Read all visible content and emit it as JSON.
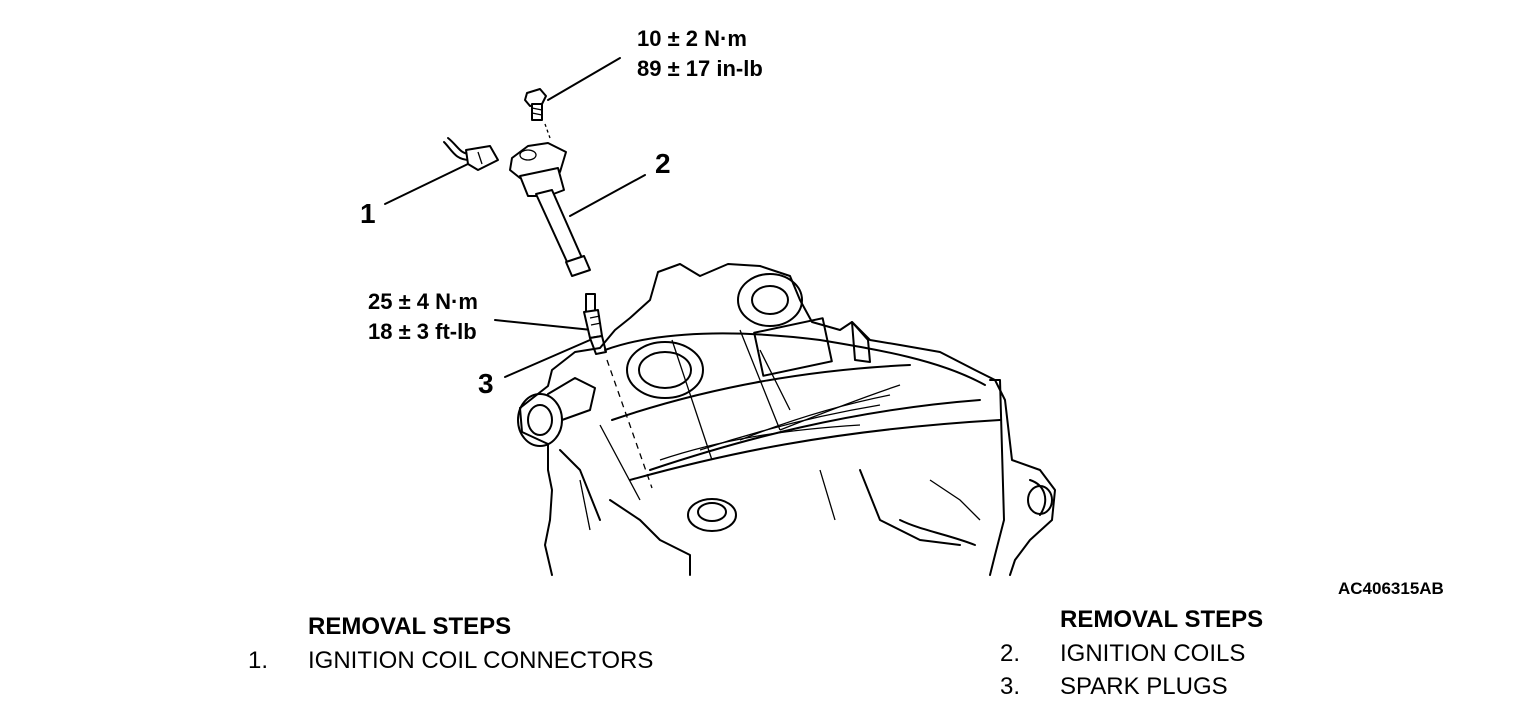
{
  "torque_specs": {
    "bolt": {
      "metric": "10 ± 2 N·m",
      "imperial": "89 ± 17 in-lb"
    },
    "spark_plug": {
      "metric": "25 ± 4 N·m",
      "imperial": "18 ± 3 ft-lb"
    }
  },
  "callouts": [
    "1",
    "2",
    "3"
  ],
  "figure_id": "AC406315AB",
  "removal_steps_left": {
    "heading": "REMOVAL STEPS",
    "items": [
      {
        "num": "1.",
        "label": "IGNITION COIL CONNECTORS"
      }
    ]
  },
  "removal_steps_right": {
    "heading": "REMOVAL STEPS",
    "items": [
      {
        "num": "2.",
        "label": "IGNITION COILS"
      },
      {
        "num": "3.",
        "label": "SPARK PLUGS"
      }
    ]
  }
}
